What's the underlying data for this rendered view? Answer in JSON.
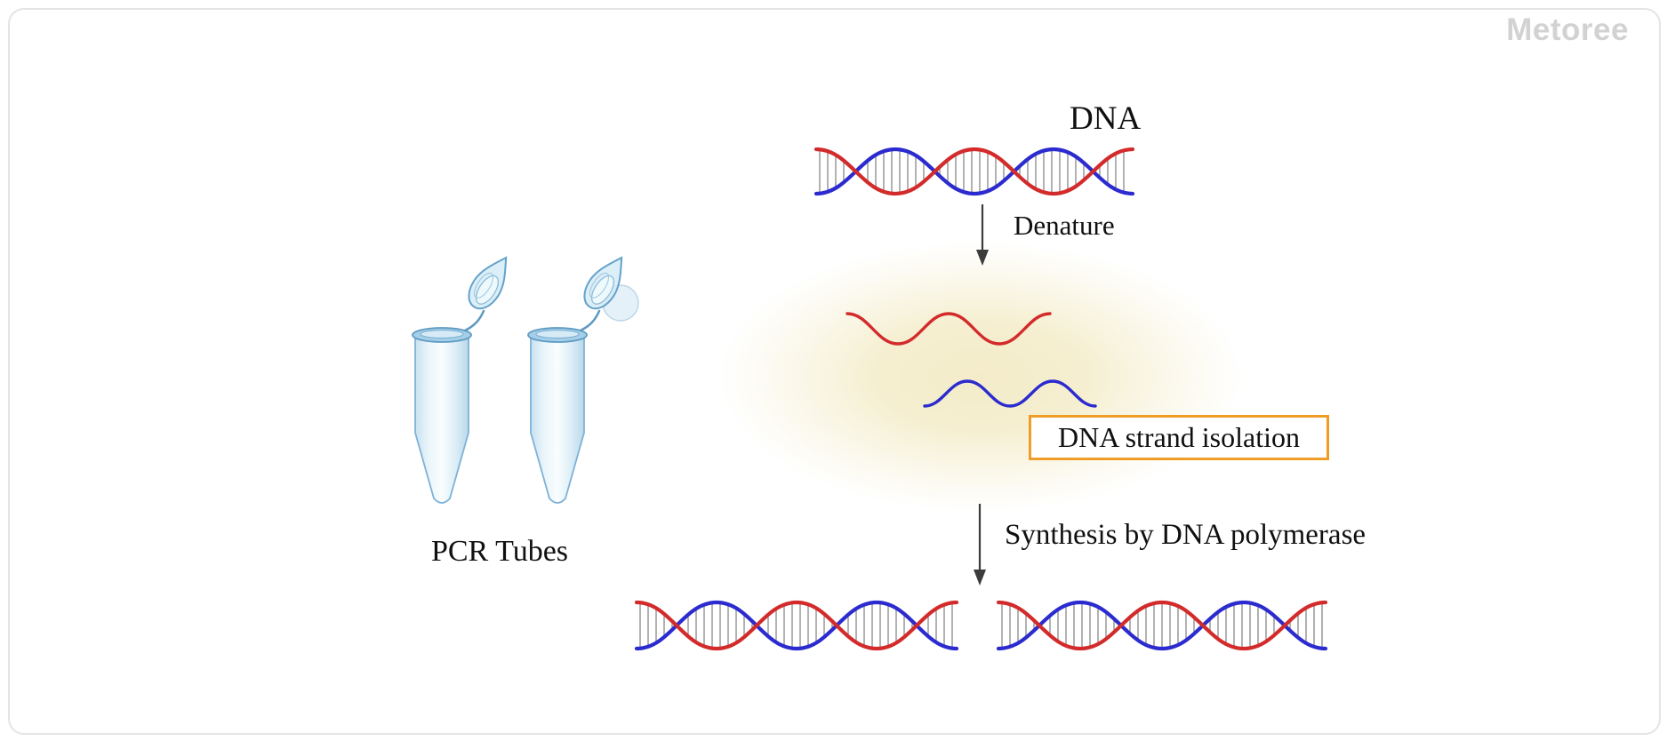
{
  "watermark": "Metoree",
  "labels": {
    "dna": "DNA",
    "denature": "Denature",
    "isolation": "DNA strand isolation",
    "synthesis": "Synthesis by DNA polymerase",
    "tubes": "PCR Tubes"
  },
  "colors": {
    "strand_red": "#d32b2b",
    "strand_blue": "#2b2bcf",
    "rung_gray": "#919191",
    "arrow_dark": "#3c3c3c",
    "text_black": "#101010",
    "isolation_box_orange": "#f09d28",
    "glow_cream": "#f3ebc6",
    "tube_blue": "#6aa5cd",
    "watermark_gray": "#d2d2d2",
    "card_border": "#e4e4e4"
  }
}
